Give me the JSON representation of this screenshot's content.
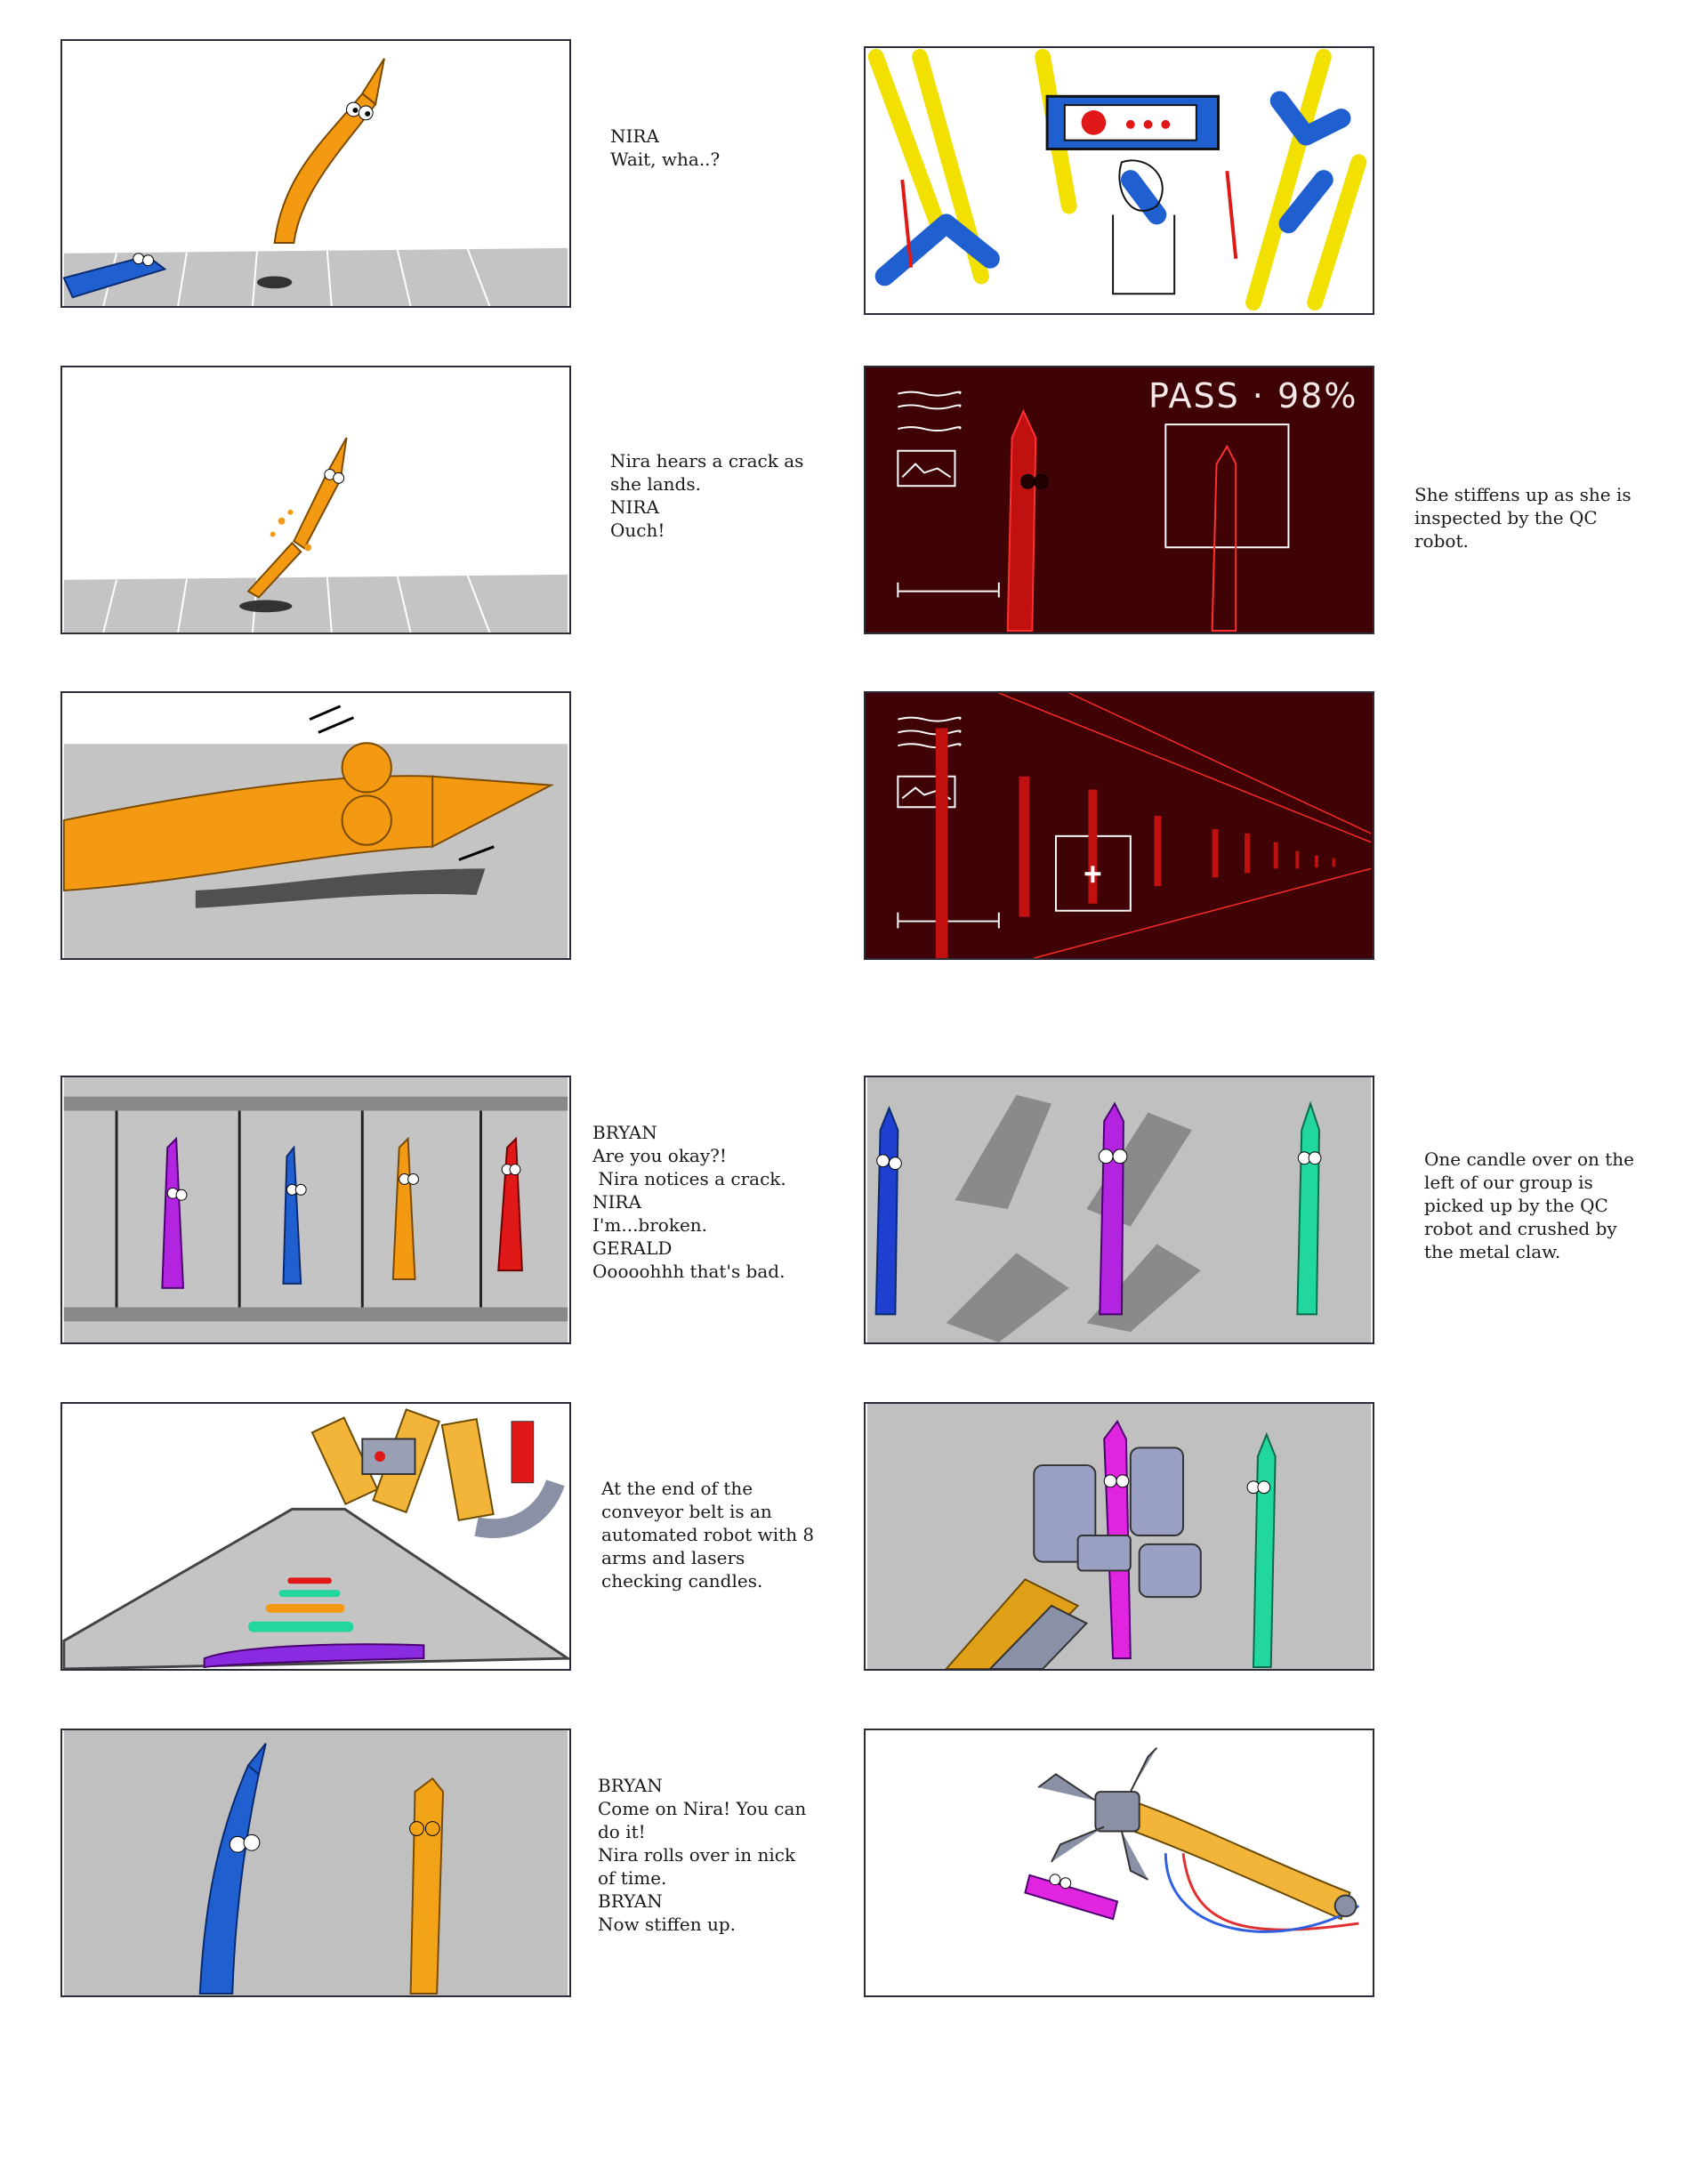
{
  "captions": {
    "p1": [
      "NIRA",
      "Wait, wha..?"
    ],
    "p2": [
      "Nira hears a crack as",
      "she lands.",
      "NIRA",
      "Ouch!"
    ],
    "r2": [
      "She stiffens up as she is",
      "inspected by the QC",
      "robot."
    ],
    "p4": [
      "BRYAN",
      "Are you okay?!",
      " Nira notices a crack.",
      "NIRA",
      "I'm...broken.",
      "GERALD",
      "Ooooohhh that's bad."
    ],
    "r4": [
      "One candle over on the",
      "left of our group is",
      "picked up by the QC",
      "robot and crushed by",
      "the metal claw."
    ],
    "p5": [
      "At the end of the",
      "conveyor belt is an",
      "automated robot with 8",
      "arms and lasers",
      "checking candles."
    ],
    "p6": [
      "BRYAN",
      "Come on Nira! You can",
      "do it!",
      "Nira rolls over in nick",
      "of time.",
      "BRYAN",
      "Now stiffen up."
    ]
  },
  "inspection": {
    "readout": "PASS · 98%"
  },
  "colors": {
    "orange": "#f39a12",
    "blue": "#1f5fd0",
    "purple": "#b324e0",
    "red": "#e01818",
    "teal": "#22d6a0",
    "maroon": "#3f0306",
    "floor": "#c0c0c0"
  }
}
